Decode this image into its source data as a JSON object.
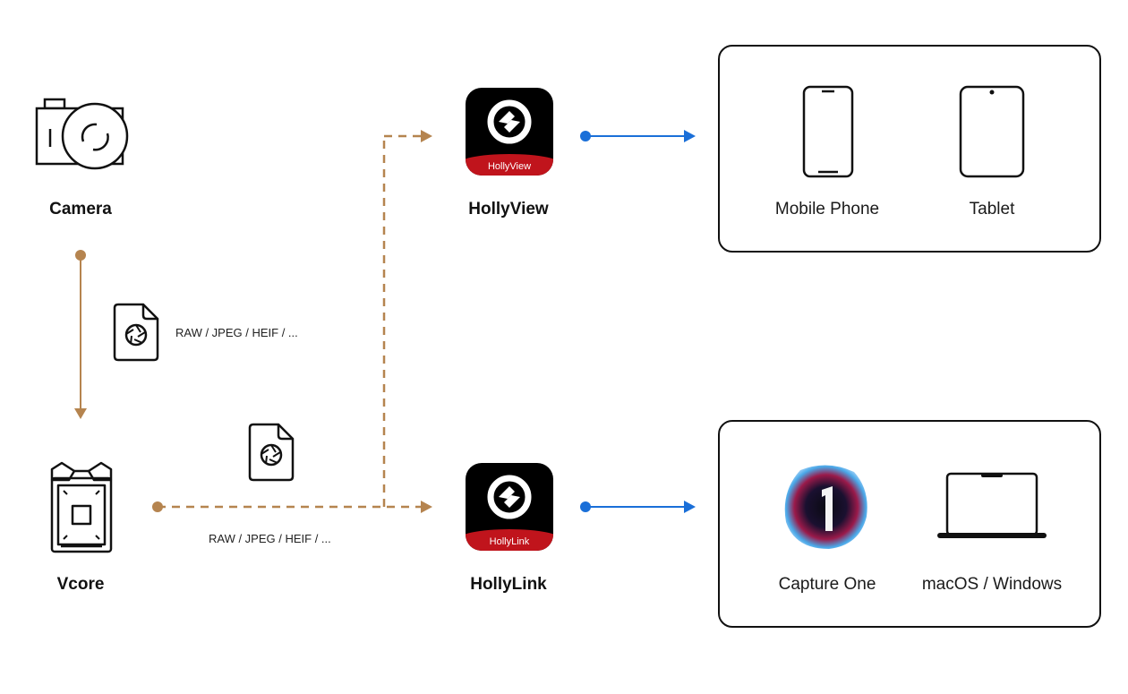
{
  "colors": {
    "flow_brown": "#b5844f",
    "flow_blue": "#1a6fd8",
    "app_red": "#c0141c",
    "app_black": "#000000"
  },
  "nodes": {
    "camera": {
      "label": "Camera",
      "icon": "camera-icon"
    },
    "vcore": {
      "label": "Vcore",
      "icon": "vcore-backpack-icon"
    },
    "hollyview": {
      "label": "HollyView",
      "icon_band_text": "HollyView",
      "icon": "hollyview-app-icon"
    },
    "hollylink": {
      "label": "HollyLink",
      "icon_band_text": "HollyLink",
      "icon": "hollylink-app-icon"
    }
  },
  "formats": {
    "camera_to_vcore": "RAW / JPEG / HEIF / ...",
    "vcore_to_apps": "RAW / JPEG / HEIF / ..."
  },
  "groups": {
    "mobile": {
      "devices": [
        {
          "label": "Mobile Phone",
          "icon": "mobile-phone-icon"
        },
        {
          "label": "Tablet",
          "icon": "tablet-icon"
        }
      ]
    },
    "desktop": {
      "devices": [
        {
          "label": "Capture One",
          "icon": "capture-one-icon"
        },
        {
          "label": "macOS / Windows",
          "icon": "laptop-icon"
        }
      ]
    }
  }
}
